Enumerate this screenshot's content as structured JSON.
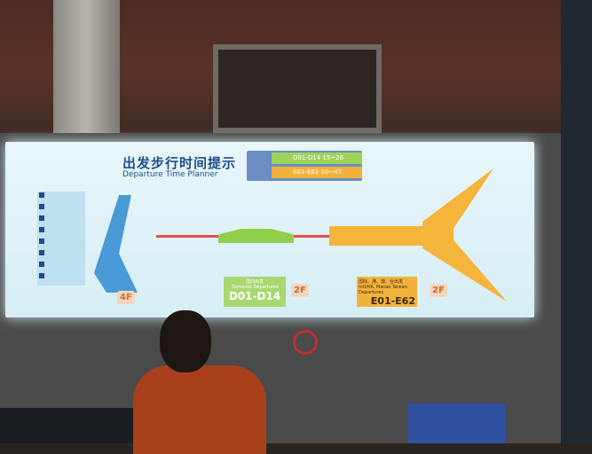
{
  "sign": {
    "title_zh": "出发步行时间提示",
    "title_en": "Departure Time Planner",
    "time_rows": [
      {
        "gates": "D01-D14",
        "minutes": "15~26"
      },
      {
        "gates": "E01-E62",
        "minutes": "30~47"
      }
    ],
    "legend_items": [
      "",
      "",
      "",
      "",
      "",
      "",
      "",
      ""
    ],
    "floor_4f": "4F",
    "floor_2f_domestic": "2F",
    "floor_2f_intl": "2F",
    "domestic_box": {
      "zh": "国内出发",
      "en": "Domestic Departures",
      "gates": "D01-D14"
    },
    "intl_box": {
      "zh": "国际、港、澳、台出发",
      "en": "Intl/HK, Macao Taiwan Departures",
      "gates": "E01-E62"
    }
  },
  "colors": {
    "domestic": "#8fd04a",
    "international": "#f5b43a",
    "terminal": "#4a9ad8"
  }
}
